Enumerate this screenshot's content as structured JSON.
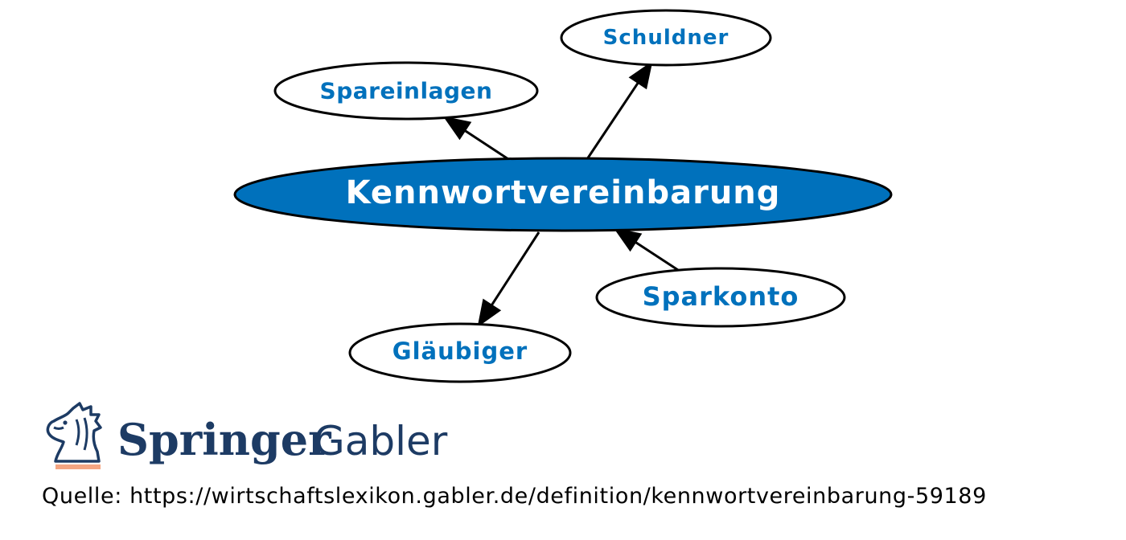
{
  "colors": {
    "accent_blue": "#0071bc",
    "node_fill": "#ffffff",
    "center_fill": "#0071bc",
    "center_text": "#ffffff",
    "outline": "#000000",
    "brand_navy": "#1d3b64",
    "brand_orange": "#f4a582",
    "source_text": "#000000"
  },
  "diagram": {
    "center": {
      "id": "kennwortvereinbarung",
      "label": "Kennwortvereinbarung"
    },
    "nodes": [
      {
        "id": "schuldner",
        "label": "Schuldner"
      },
      {
        "id": "spareinlagen",
        "label": "Spareinlagen"
      },
      {
        "id": "sparkonto",
        "label": "Sparkonto"
      },
      {
        "id": "glaeubiger",
        "label": "Gläubiger"
      }
    ],
    "edges": [
      {
        "from": "kennwortvereinbarung",
        "to": "spareinlagen"
      },
      {
        "from": "kennwortvereinbarung",
        "to": "schuldner"
      },
      {
        "from": "sparkonto",
        "to": "kennwortvereinbarung"
      },
      {
        "from": "kennwortvereinbarung",
        "to": "glaeubiger"
      }
    ]
  },
  "branding": {
    "logo_icon": "springer-horse-logo-icon",
    "name_primary": "Springer",
    "name_secondary": "Gabler"
  },
  "footer": {
    "source": "Quelle: https://wirtschaftslexikon.gabler.de/definition/kennwortvereinbarung-59189"
  }
}
